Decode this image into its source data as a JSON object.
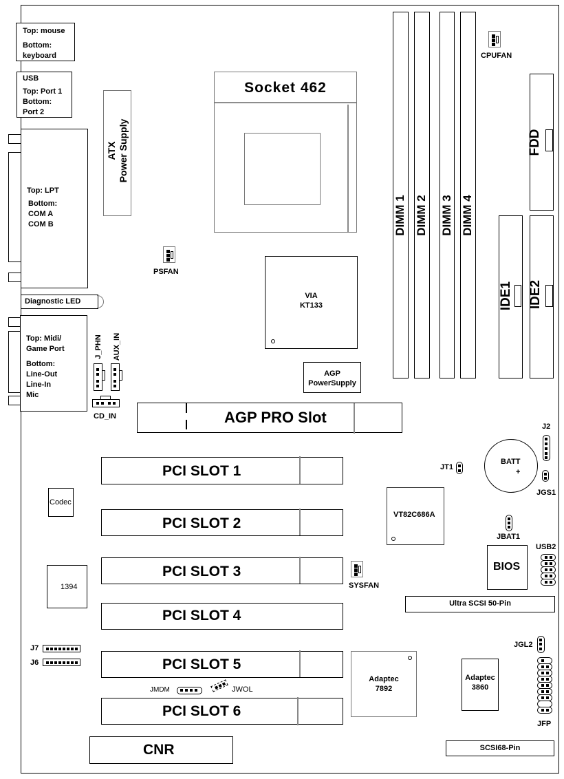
{
  "board": {
    "rear_io": {
      "ps2": [
        "Top: mouse",
        "Bottom:",
        "keyboard"
      ],
      "usb": [
        "USB",
        "Top: Port 1",
        "Bottom:",
        "Port 2"
      ],
      "parallel_serial": [
        "Top: LPT",
        "Bottom:",
        "COM A",
        "COM B"
      ],
      "diagnostic_led": "Diagnostic LED",
      "audio_game": [
        "Top: Midi/",
        "Game Port",
        "Bottom:",
        "Line-Out",
        "Line-In",
        "Mic"
      ]
    },
    "power": {
      "atx_line1": "ATX",
      "atx_line2": "Power Supply",
      "agp_power_line1": "AGP",
      "agp_power_line2": "PowerSupply"
    },
    "cpu_socket": "Socket 462",
    "chips": {
      "north_bridge_line1": "VIA",
      "north_bridge_line2": "KT133",
      "south_bridge": "VT82C686A",
      "bios": "BIOS",
      "codec": "Codec",
      "firewire": "1394",
      "scsi_7892_line1": "Adaptec",
      "scsi_7892_line2": "7892",
      "scsi_3860_line1": "Adaptec",
      "scsi_3860_line2": "3860"
    },
    "memory": [
      "DIMM 1",
      "DIMM 2",
      "DIMM 3",
      "DIMM 4"
    ],
    "storage": {
      "fdd": "FDD",
      "ide1": "IDE1",
      "ide2": "IDE2",
      "ultra_scsi": "Ultra SCSI 50-Pin",
      "scsi68": "SCSI68-Pin"
    },
    "slots": {
      "agp": "AGP PRO Slot",
      "pci": [
        "PCI SLOT 1",
        "PCI SLOT 2",
        "PCI SLOT 3",
        "PCI SLOT 4",
        "PCI SLOT 5",
        "PCI SLOT 6"
      ],
      "cnr": "CNR"
    },
    "headers": {
      "cpufan": "CPUFAN",
      "psfan": "PSFAN",
      "sysfan": "SYSFAN",
      "j_phn": "J_PHN",
      "aux_in": "AUX_IN",
      "cd_in": "CD_IN",
      "j2": "J2",
      "jgs1": "JGS1",
      "jt1": "JT1",
      "jbat1": "JBAT1",
      "usb2": "USB2",
      "jgl2": "JGL2",
      "jfp": "JFP",
      "j7": "J7",
      "j6": "J6",
      "jmdm": "JMDM",
      "jwol": "JWOL"
    },
    "battery": {
      "label": "BATT",
      "polarity": "+"
    }
  }
}
